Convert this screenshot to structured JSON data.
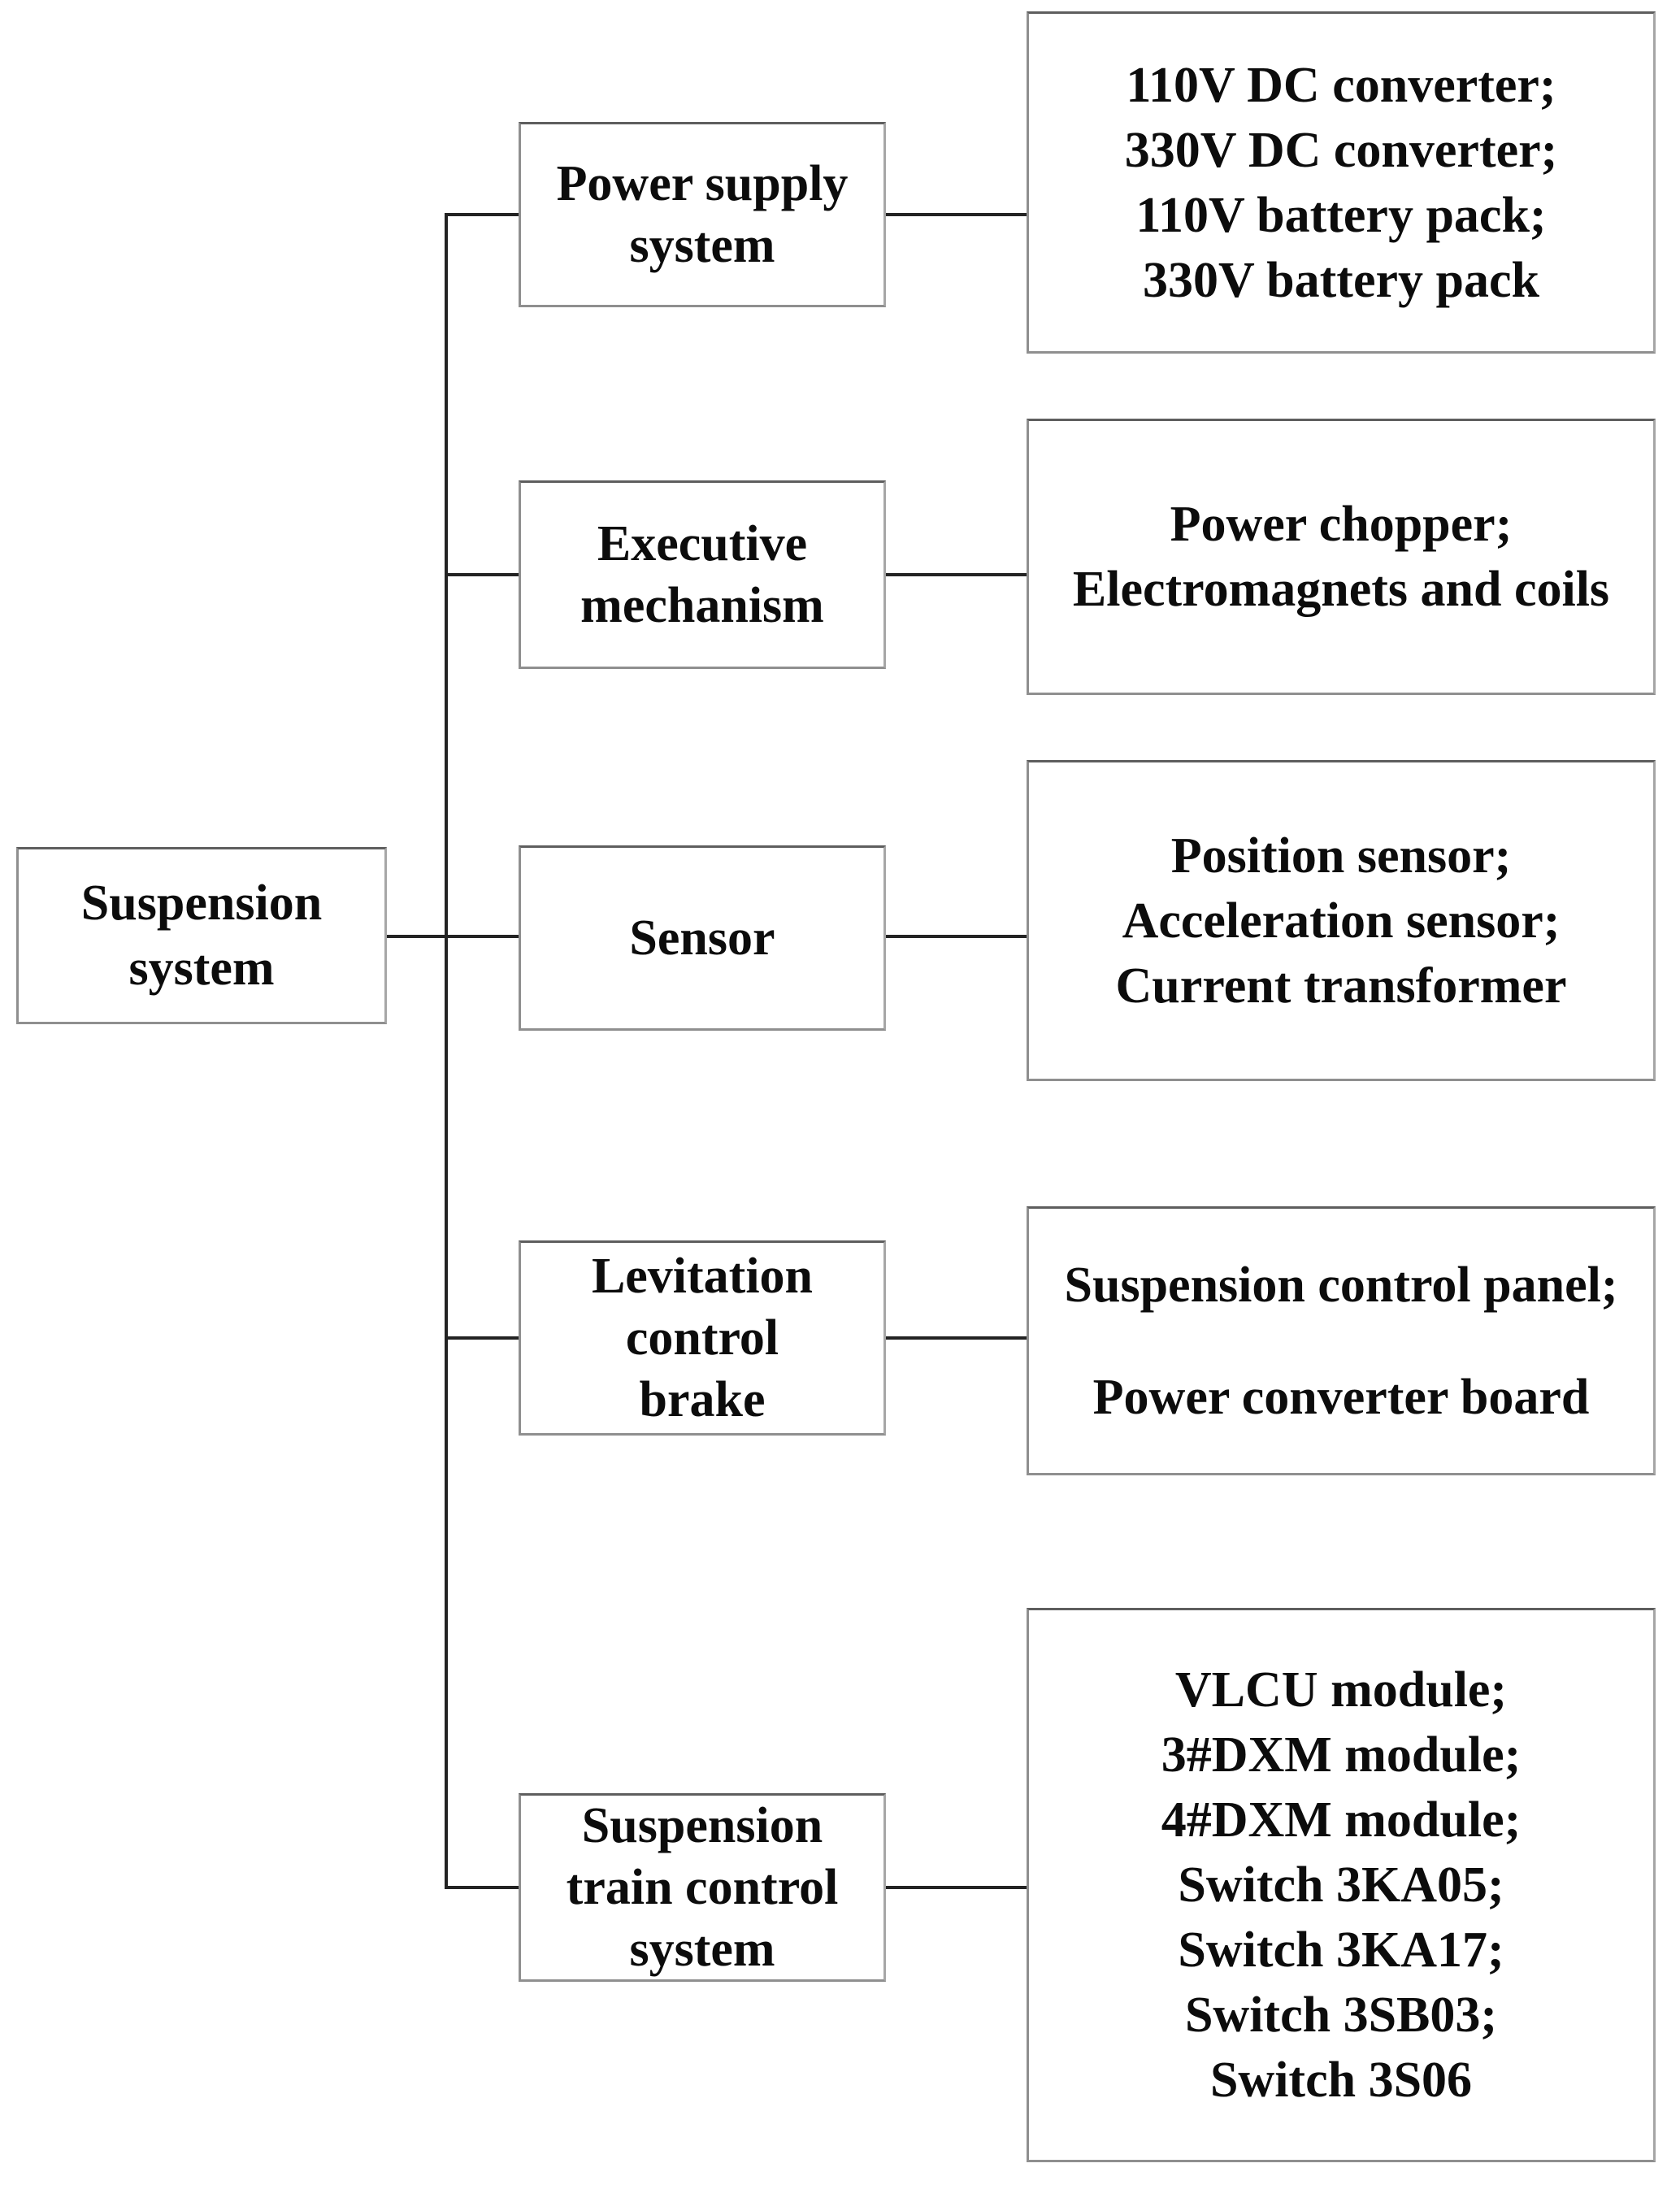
{
  "colors": {
    "background": "#ffffff",
    "connector_line": "#232323",
    "box_border": "#8f8f8f",
    "box_border_top": "#5e5e5e",
    "text": "#0c0c0c"
  },
  "diagram": {
    "root": {
      "name": "Suspension system",
      "lines": [
        "Suspension",
        "system"
      ]
    },
    "branches": [
      {
        "node": {
          "name": "Power supply system",
          "lines": [
            "Power supply",
            "system"
          ]
        },
        "components": {
          "lines": [
            "110V DC converter;",
            "330V DC converter;",
            "110V battery pack;",
            "330V battery pack"
          ]
        }
      },
      {
        "node": {
          "name": "Executive mechanism",
          "lines": [
            "Executive",
            "mechanism"
          ]
        },
        "components": {
          "lines": [
            "Power chopper;",
            "Electromagnets and coils"
          ]
        }
      },
      {
        "node": {
          "name": "Sensor",
          "lines": [
            "Sensor"
          ]
        },
        "components": {
          "lines": [
            "Position sensor;",
            "Acceleration sensor;",
            "Current transformer"
          ]
        }
      },
      {
        "node": {
          "name": "Levitation control brake",
          "lines": [
            "Levitation",
            "control",
            "brake"
          ]
        },
        "components": {
          "lines": [
            "Suspension control panel;",
            "Power converter board"
          ]
        }
      },
      {
        "node": {
          "name": "Suspension train control system",
          "lines": [
            "Suspension",
            "train control",
            "system"
          ]
        },
        "components": {
          "lines": [
            "VLCU module;",
            "3#DXM module;",
            "4#DXM module;",
            "Switch 3KA05;",
            "Switch 3KA17;",
            "Switch 3SB03;",
            "Switch 3S06"
          ]
        }
      }
    ]
  }
}
